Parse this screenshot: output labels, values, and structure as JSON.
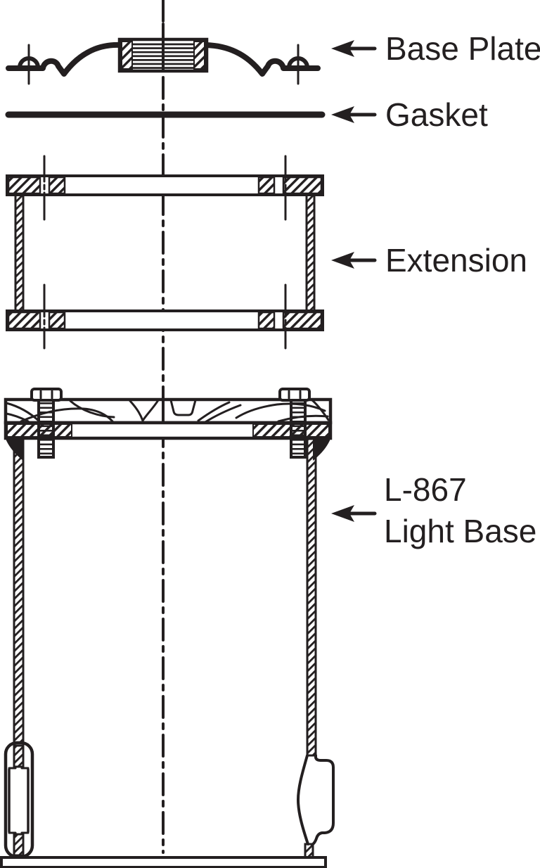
{
  "figure": {
    "type": "technical-exploded-section-diagram",
    "background": "#ffffff",
    "ink": "#231f20",
    "labels": {
      "base_plate": "Base Plate",
      "gasket": "Gasket",
      "extension": "Extension",
      "light_base_line1": "L-867",
      "light_base_line2": "Light Base"
    },
    "callouts": [
      {
        "text": "Base Plate",
        "arrow": "left"
      },
      {
        "text": "Gasket",
        "arrow": "left"
      },
      {
        "text": "Extension",
        "arrow": "left"
      },
      {
        "text": "L-867 Light Base",
        "arrow": "left"
      }
    ]
  }
}
